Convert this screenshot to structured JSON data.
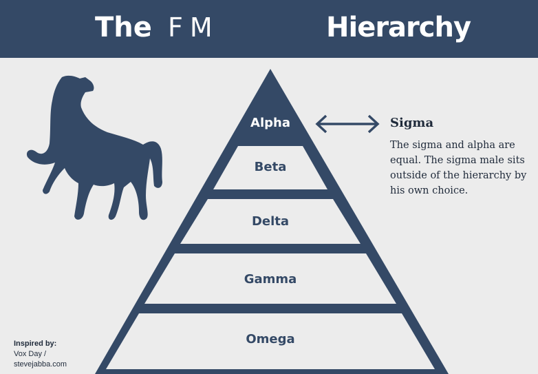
{
  "title": {
    "word1": "The",
    "handwritten": "FM",
    "word2": "Hierarchy"
  },
  "pyramid": {
    "tiers": [
      "Alpha",
      "Beta",
      "Delta",
      "Gamma",
      "Omega"
    ]
  },
  "sigma": {
    "title": "Sigma",
    "text": "The sigma and alpha are equal. The sigma male sits outside of the hierarchy by his own choice."
  },
  "credit": {
    "heading": "Inspired by:",
    "line1": "Vox Day /",
    "line2": "stevejabba.com"
  },
  "icons": {
    "wolf": "wolf-icon",
    "arrow": "double-arrow-icon"
  },
  "colors": {
    "navy": "#344966",
    "background": "#ececec",
    "text": "#1f2a3a",
    "white": "#ffffff"
  }
}
